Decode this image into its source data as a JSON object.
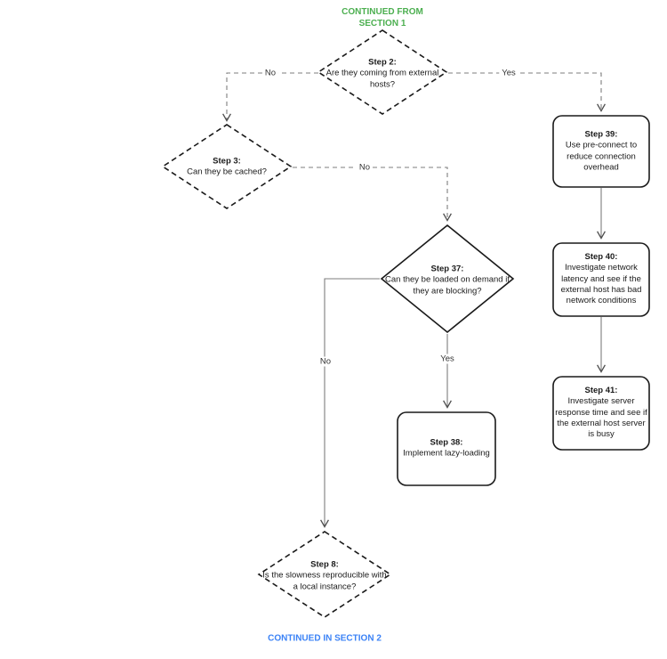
{
  "header": {
    "top": "CONTINUED FROM SECTION 1",
    "bottom": "CONTINUED IN SECTION 2"
  },
  "colors": {
    "continued_from_green": "#4CAF50",
    "continued_in_blue": "#3B82F6",
    "shape_stroke": "#1A1A1A",
    "connector_stroke": "#7D7D7D"
  },
  "nodes": {
    "step2": {
      "shape": "decision",
      "border": "dashed",
      "title": "Step 2:",
      "text": "Are they coming from external hosts?"
    },
    "step3": {
      "shape": "decision",
      "border": "dashed",
      "title": "Step 3:",
      "text": "Can they be cached?"
    },
    "step37": {
      "shape": "decision",
      "border": "solid",
      "title": "Step 37:",
      "text": "Can they be loaded on demand if they are blocking?"
    },
    "step38": {
      "shape": "process",
      "border": "solid",
      "title": "Step 38:",
      "text": "Implement lazy-loading"
    },
    "step39": {
      "shape": "process",
      "border": "solid",
      "title": "Step 39:",
      "text": "Use pre-connect to reduce connection overhead"
    },
    "step40": {
      "shape": "process",
      "border": "solid",
      "title": "Step 40:",
      "text": "Investigate network latency and see if the external host has bad network conditions"
    },
    "step41": {
      "shape": "process",
      "border": "solid",
      "title": "Step 41:",
      "text": "Investigate server response time and see if the external host server is busy"
    },
    "step8": {
      "shape": "decision",
      "border": "dashed",
      "title": "Step 8:",
      "text": "Is the slowness reproducible with a local instance?"
    }
  },
  "edges": {
    "step2_no": "No",
    "step2_yes": "Yes",
    "step3_no": "No",
    "step37_no": "No",
    "step37_yes": "Yes"
  }
}
